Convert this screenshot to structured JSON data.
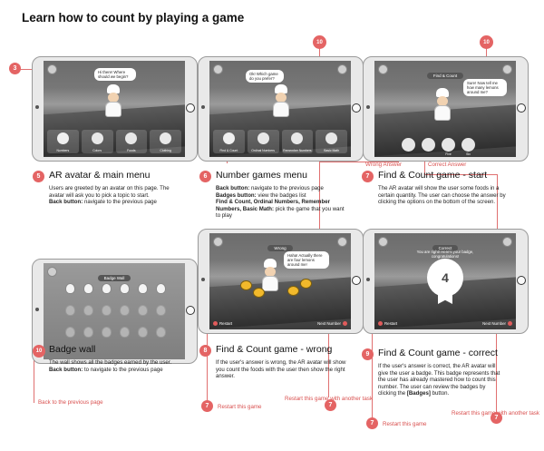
{
  "page": {
    "title": "Learn how to count by playing a game"
  },
  "screens": {
    "main_menu": {
      "bubble": "Hi there! Where should we begin?",
      "menu_items": [
        "Numbers",
        "Colors",
        "Foods",
        "Clothing"
      ]
    },
    "number_menu": {
      "bubble": "Ok! Which game do you prefer?",
      "menu_items": [
        "Find & Count",
        "Ordinal Numbers",
        "Remember Numbers",
        "Basic Math"
      ]
    },
    "find_count": {
      "title": "Find & Count",
      "bubble": "Sure! Now tell me how many lemons around me?",
      "options": [
        "",
        "",
        "Five",
        "Six"
      ]
    },
    "badge_wall": {
      "title": "Badge Wall"
    },
    "wrong": {
      "title": "Wrong",
      "bubble": "Haha! Actually there are four lemons around me!",
      "restart": "Restart",
      "next": "Next Number"
    },
    "correct": {
      "title": "Correct",
      "bubble": "You are right! Here's your badge, congratulations!",
      "badge_value": "4",
      "restart": "Restart",
      "next": "Next Number"
    }
  },
  "sections": {
    "s5": {
      "number": "5",
      "heading": "AR avatar & main menu",
      "body_1": "Users are greeted by an avatar on this page. The avatar will ask you to pick a topic to start.",
      "body_2_bold": "Back button:",
      "body_2": " navigate to the previous page"
    },
    "s6": {
      "number": "6",
      "heading": "Number games menu",
      "l1_bold": "Back button:",
      "l1": " navigate to the previous page",
      "l2_bold": "Badges button:",
      "l2": " view the badges list",
      "l3_bold": "Find & Count, Ordinal Numbers, Remember Numbers, Basic Math:",
      "l3": " pick the game that you want to play"
    },
    "s7": {
      "number": "7",
      "heading": "Find & Count game - start",
      "body": "The AR avatar will show the user some foods in a certain quantity.  The user can choose the answer by clicking the options on the bottom of the screen."
    },
    "s10": {
      "number": "10",
      "heading": "Badge wall",
      "body_1": "The wall shows all the badges earned by the user.",
      "body_2_bold": "Back button:",
      "body_2": " to navigate to the previous page"
    },
    "s8": {
      "number": "8",
      "heading": "Find & Count game - wrong",
      "body": "If the user's answer is wrong, the AR avatar will show you count the foods with the user then show the right answer."
    },
    "s9": {
      "number": "9",
      "heading": "Find & Count game - correct",
      "body_1": "If the user's answer is correct, the AR avatar will give the user a badge. This badge represents that the user has already mastered how to count this number. The user can review the badges by clicking the ",
      "body_bold": "[Badges]",
      "body_2": " button."
    }
  },
  "annotations": {
    "n3": "3",
    "n10": "10",
    "n7": "7",
    "wrong_answer": "Wrong Answer",
    "correct_answer": "Correct Answer",
    "back_to_previous": "Back to  the previous page",
    "restart_game": "Restart this game",
    "restart_other": "Restart this game with another task"
  },
  "colors": {
    "accent": "#e46464",
    "annotation": "#d9504f"
  }
}
